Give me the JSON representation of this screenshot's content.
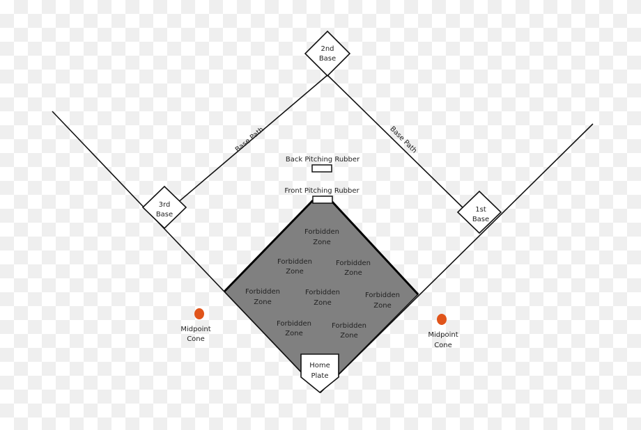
{
  "labels": {
    "second_base": [
      "2nd",
      "Base"
    ],
    "third_base": [
      "3rd",
      "Base"
    ],
    "first_base": [
      "1st",
      "Base"
    ],
    "home_plate": [
      "Home",
      "Plate"
    ],
    "base_path_left": "Base Path",
    "base_path_right": "Base Path",
    "back_rubber": "Back Pitching Rubber",
    "front_rubber": "Front Pitching Rubber",
    "midpoint_cone_left": [
      "Midpoint",
      "Cone"
    ],
    "midpoint_cone_right": [
      "Midpoint",
      "Cone"
    ],
    "forbidden_zone": [
      "Forbidden",
      "Zone"
    ]
  },
  "forbidden_zone_count": 8,
  "colors": {
    "zone_fill": "#808080",
    "cone": "#e0541a",
    "line": "#111111"
  }
}
